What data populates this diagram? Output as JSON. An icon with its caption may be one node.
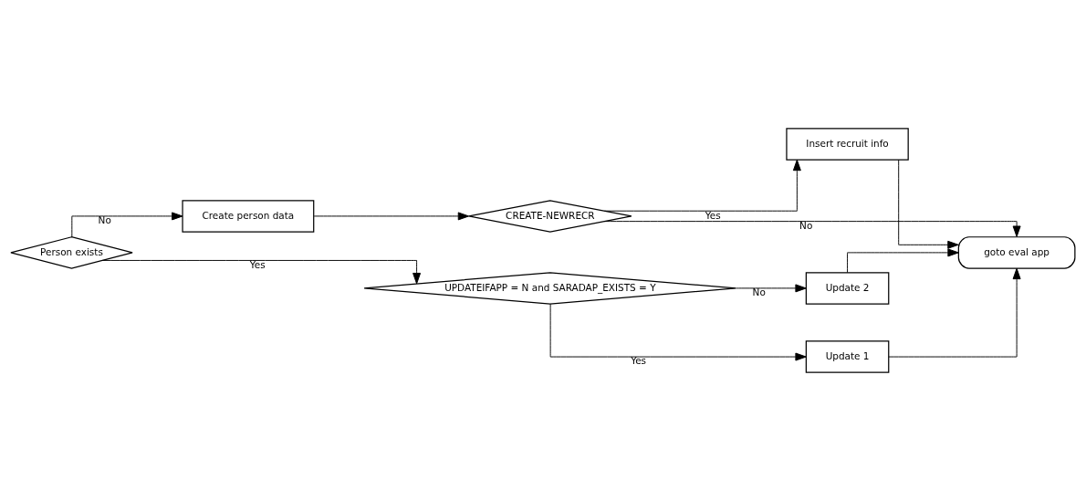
{
  "diagram": {
    "nodes": [
      {
        "text": [
          "Person exists"
        ]
      },
      {
        "text": [
          "Create person data"
        ]
      },
      {
        "text": [
          "CREATE-NEWRECR"
        ]
      },
      {
        "text": [
          "Insert recruit info"
        ]
      },
      {
        "text": [
          "UPDATEIFAPP = N and SARADAP_EXISTS = Y"
        ]
      },
      {
        "text": [
          "Update 2"
        ]
      },
      {
        "text": [
          "Update 1"
        ]
      },
      {
        "text": [
          "goto eval app"
        ]
      }
    ],
    "edges": [
      {
        "from": 0,
        "to": 1,
        "arrow": "to",
        "label": "No"
      },
      {
        "from": 0,
        "to": 4,
        "arrow": "to",
        "label": "Yes"
      },
      {
        "from": 1,
        "to": 2,
        "arrow": "to"
      },
      {
        "from": 2,
        "to": 3,
        "arrow": "to",
        "label": "Yes"
      },
      {
        "from": 3,
        "to": 7,
        "arrow": "to"
      },
      {
        "from": 2,
        "to": 7,
        "arrow": "to",
        "label": "No"
      },
      {
        "from": 4,
        "to": 5,
        "arrow": "to",
        "label": "No"
      },
      {
        "from": 5,
        "to": 7,
        "arrow": "to"
      },
      {
        "from": 4,
        "to": 6,
        "arrow": "to",
        "label": "Yes"
      },
      {
        "from": 6,
        "to": 7,
        "arrow": "to"
      }
    ]
  }
}
